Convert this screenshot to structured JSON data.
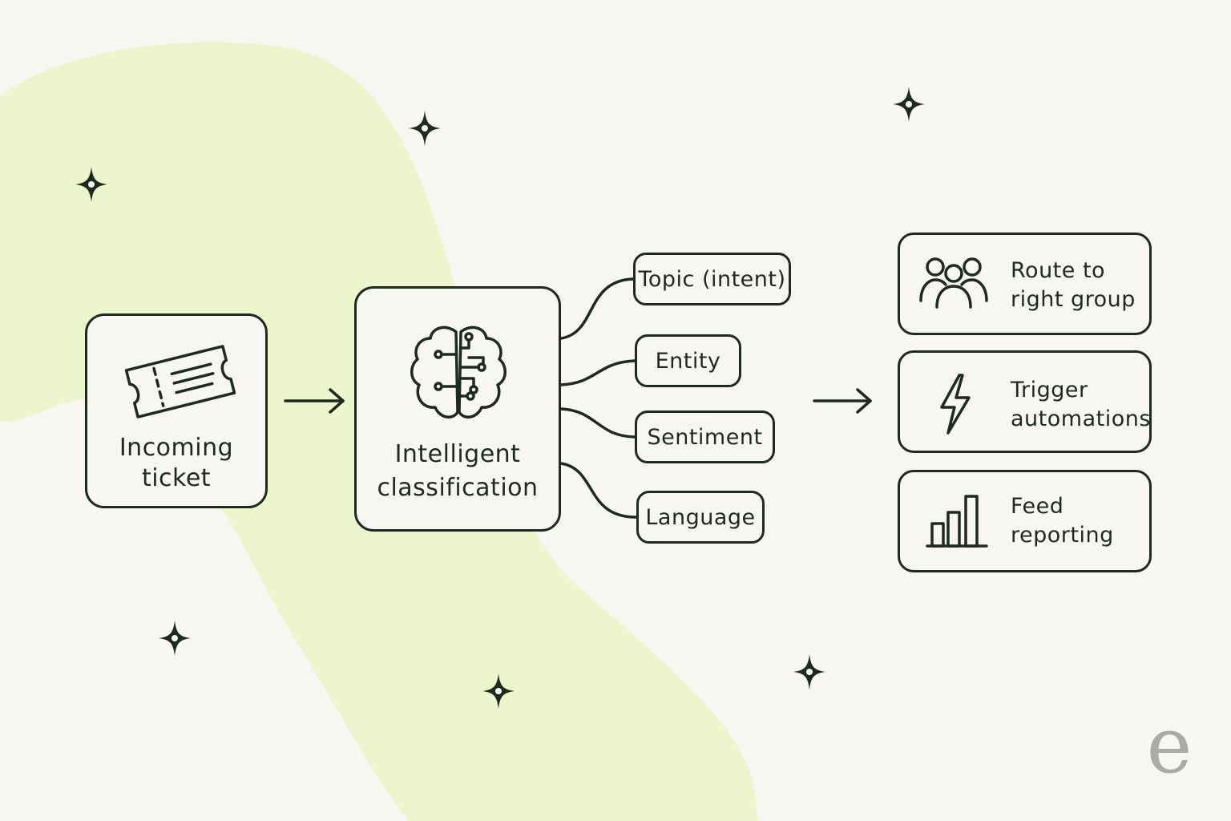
{
  "diagram": {
    "input": {
      "label_line1": "Incoming",
      "label_line2": "ticket",
      "icon": "ticket-icon"
    },
    "classifier": {
      "label_line1": "Intelligent",
      "label_line2": "classification",
      "icon": "brain-circuit-icon"
    },
    "attributes": [
      {
        "label": "Topic (intent)"
      },
      {
        "label": "Entity"
      },
      {
        "label": "Sentiment"
      },
      {
        "label": "Language"
      }
    ],
    "outcomes": [
      {
        "line1": "Route to",
        "line2": "right group",
        "icon": "people-group-icon"
      },
      {
        "line1": "Trigger",
        "line2": "automations",
        "icon": "lightning-bolt-icon"
      },
      {
        "line1": "Feed",
        "line2": "reporting",
        "icon": "bar-chart-icon"
      }
    ],
    "logo_letter": "e"
  },
  "colors": {
    "background": "#f7f6f1",
    "blob": "#edf5cc",
    "ink": "#1e2a1f",
    "logo": "#a9aba6"
  }
}
